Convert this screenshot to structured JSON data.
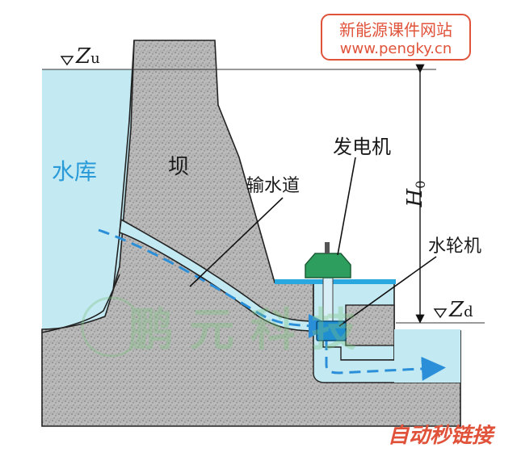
{
  "watermark_top": {
    "line1": "新能源课件网站",
    "line2": "www.pengky.cn"
  },
  "labels": {
    "reservoir": "水库",
    "dam": "坝",
    "penstock": "输水道",
    "generator": "发电机",
    "turbine": "水轮机",
    "upstream_level_sym": "Z",
    "upstream_level_sub": "u",
    "downstream_level_sym": "Z",
    "downstream_level_sub": "d",
    "head_sym": "H",
    "head_sub": "0"
  },
  "watermark_center": "鹏 元 科 技",
  "watermark_bottom": "自动秒链接",
  "colors": {
    "water": "#bfe7f0",
    "water_deep": "#29a8e0",
    "rock": "#b5b5b5",
    "generator": "#2e9e5e",
    "turbine": "#1f8fd0",
    "label_blue": "#2a9bd8",
    "watermark_red": "#e0533a"
  }
}
